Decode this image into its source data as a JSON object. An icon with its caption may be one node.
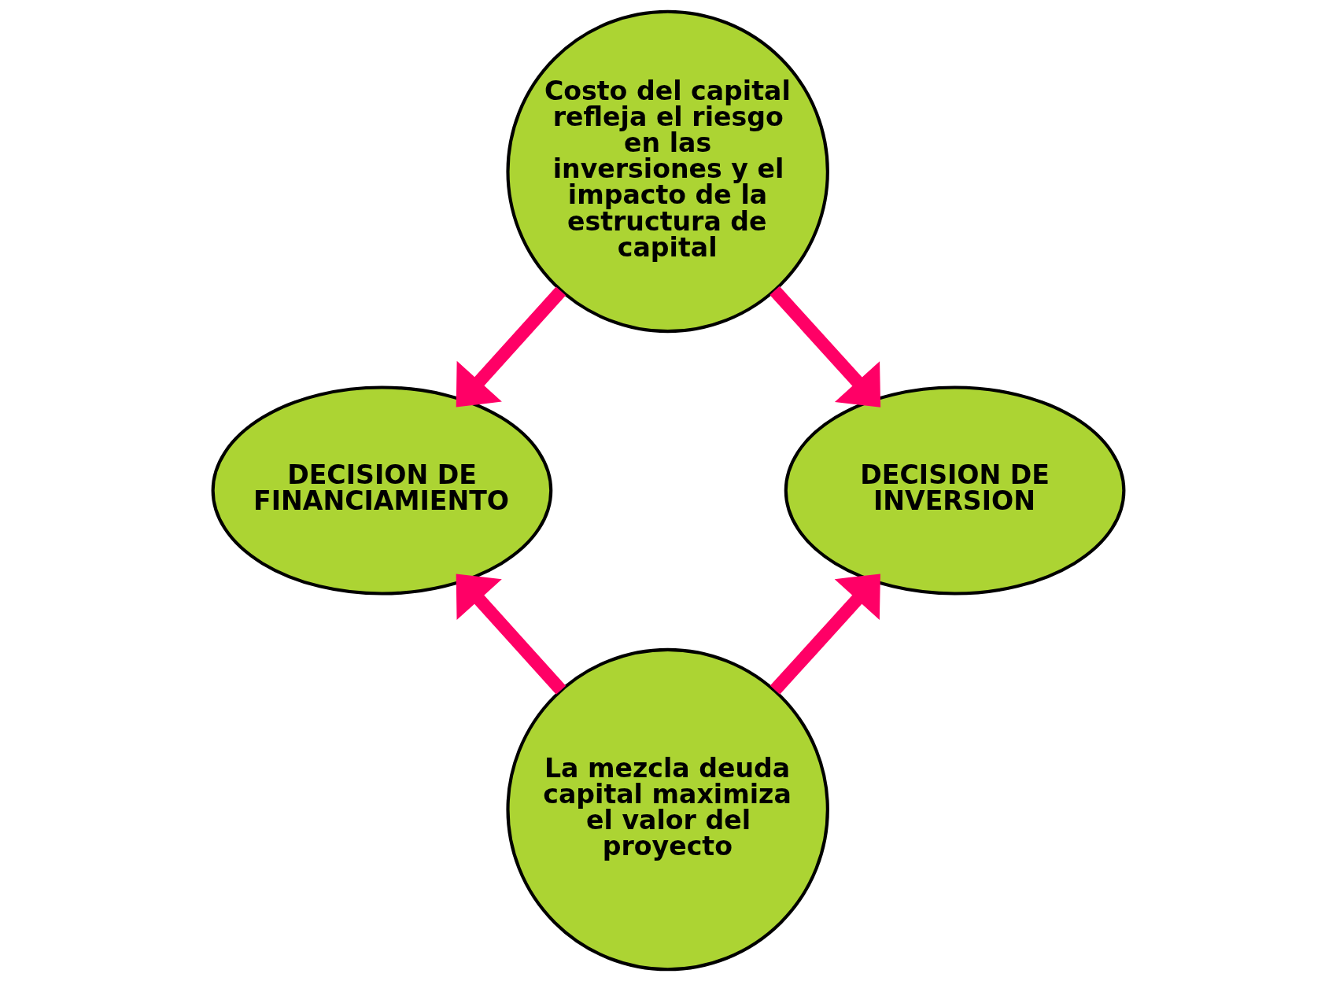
{
  "diagram": {
    "nodes": [
      {
        "text": [
          "Costo del capital refleja el riesgo en las inversiones y el impacto de la estructura de capital"
        ]
      },
      {
        "text": [
          "DECISION DE FINANCIAMIENTO"
        ]
      },
      {
        "text": [
          "DECISION DE INVERSION"
        ]
      },
      {
        "text": [
          "La mezcla deuda capital maximiza el valor del proyecto"
        ]
      }
    ],
    "edges": [
      {
        "from": 0,
        "to": 1,
        "arrow": "to"
      },
      {
        "from": 0,
        "to": 2,
        "arrow": "to"
      },
      {
        "from": 3,
        "to": 1,
        "arrow": "to"
      },
      {
        "from": 3,
        "to": 2,
        "arrow": "to"
      }
    ]
  }
}
